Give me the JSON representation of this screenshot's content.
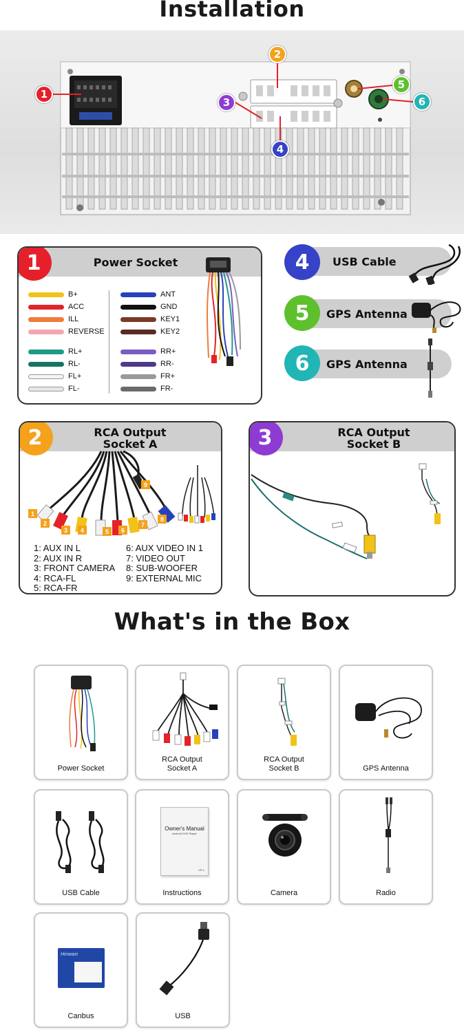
{
  "titles": {
    "installation": "Installation",
    "box": "What's in the Box"
  },
  "badges": [
    "1",
    "2",
    "3",
    "4",
    "5",
    "6"
  ],
  "power_socket": {
    "number": "1",
    "title": "Power Socket",
    "left_wires": [
      {
        "label": "B+",
        "color": "#f2c218"
      },
      {
        "label": "ACC",
        "color": "#e2232a"
      },
      {
        "label": "ILL",
        "color": "#f07b3a"
      },
      {
        "label": "REVERSE",
        "color": "#f3a7b3"
      },
      {
        "label": "RL+",
        "color": "#1f9a85"
      },
      {
        "label": "RL-",
        "color": "#157463"
      },
      {
        "label": "FL+",
        "color": "#f4f4f4"
      },
      {
        "label": "FL-",
        "color": "#e8e8e8"
      }
    ],
    "right_wires": [
      {
        "label": "ANT",
        "color": "#2642b8"
      },
      {
        "label": "GND",
        "color": "#111111"
      },
      {
        "label": "KEY1",
        "color": "#7a3a2a"
      },
      {
        "label": "KEY2",
        "color": "#5b2a20"
      },
      {
        "label": "RR+",
        "color": "#7b5cc2"
      },
      {
        "label": "RR-",
        "color": "#4d3a8a"
      },
      {
        "label": "FR+",
        "color": "#9a9a9a"
      },
      {
        "label": "FR-",
        "color": "#6a6a6a"
      }
    ]
  },
  "usb_cable": {
    "number": "4",
    "title": "USB Cable"
  },
  "gps_antenna_1": {
    "number": "5",
    "title": "GPS Antenna"
  },
  "gps_antenna_2": {
    "number": "6",
    "title": "GPS Antenna"
  },
  "rca_a": {
    "number": "2",
    "title_line1": "RCA Output",
    "title_line2": "Socket A",
    "tags": [
      "1",
      "2",
      "3",
      "4",
      "5",
      "6",
      "7",
      "8",
      "9"
    ],
    "legend_left": [
      "1: AUX IN L",
      "2: AUX IN R",
      "3: FRONT CAMERA",
      "4: RCA-FL",
      "5: RCA-FR"
    ],
    "legend_right": [
      "6: AUX VIDEO IN 1",
      "7: VIDEO OUT",
      "8: SUB-WOOFER",
      "9: EXTERNAL MIC"
    ]
  },
  "rca_b": {
    "number": "3",
    "title_line1": "RCA Output",
    "title_line2": "Socket B"
  },
  "box_items": [
    {
      "label": "Power Socket",
      "icon": "power-harness-icon"
    },
    {
      "label": "RCA Output\nSocket A",
      "icon": "rca-cable-icon"
    },
    {
      "label": "RCA Output\nSocket B",
      "icon": "rca-b-cable-icon"
    },
    {
      "label": "GPS Antenna",
      "icon": "gps-antenna-icon"
    },
    {
      "label": "USB Cable",
      "icon": "usb-cables-icon"
    },
    {
      "label": "Instructions",
      "icon": "manual-icon"
    },
    {
      "label": "Camera",
      "icon": "camera-icon"
    },
    {
      "label": "Radio",
      "icon": "radio-cable-icon"
    },
    {
      "label": "Canbus",
      "icon": "canbus-box-icon"
    },
    {
      "label": "USB",
      "icon": "usb-adapter-icon"
    }
  ],
  "manual": {
    "title": "Owner's Manual",
    "subtitle": "Android DVD Player",
    "code": "VS-1"
  },
  "canbus": {
    "brand": "Hinwaei"
  },
  "colors": {
    "panel_header": "#cfcfcf",
    "badge_red": "#e5202b",
    "badge_orange": "#f4a21c",
    "badge_purple": "#8e3bd3",
    "badge_blue": "#3642c7",
    "badge_green": "#5ec02d",
    "badge_teal": "#21b5b5"
  }
}
